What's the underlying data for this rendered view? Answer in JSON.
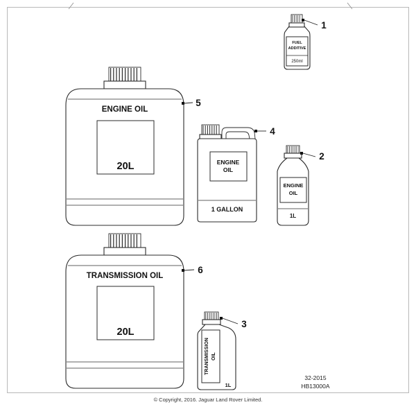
{
  "diagram": {
    "copyright": "© Copyright, 2016. Jaguar Land Rover Limited.",
    "ref_top": "32-2015",
    "ref_bottom": "HB13000A",
    "callout_color": "#2457c2"
  },
  "items": {
    "fuel_additive_250ml": {
      "callout": "1",
      "line1": "FUEL",
      "line2": "ADDITIVE",
      "size": "250ml"
    },
    "engine_oil_1l": {
      "callout": "2",
      "line1": "ENGINE",
      "line2": "OIL",
      "size": "1L"
    },
    "transmission_oil_1l": {
      "callout": "3",
      "line1": "TRANSMISSION",
      "line2": "OIL",
      "size": "1L"
    },
    "engine_oil_gallon": {
      "callout": "4",
      "line1": "ENGINE",
      "line2": "OIL",
      "size": "1 GALLON"
    },
    "engine_oil_20l": {
      "callout": "5",
      "label": "ENGINE OIL",
      "size": "20L"
    },
    "transmission_oil_20l": {
      "callout": "6",
      "label": "TRANSMISSION OIL",
      "size": "20L"
    }
  }
}
